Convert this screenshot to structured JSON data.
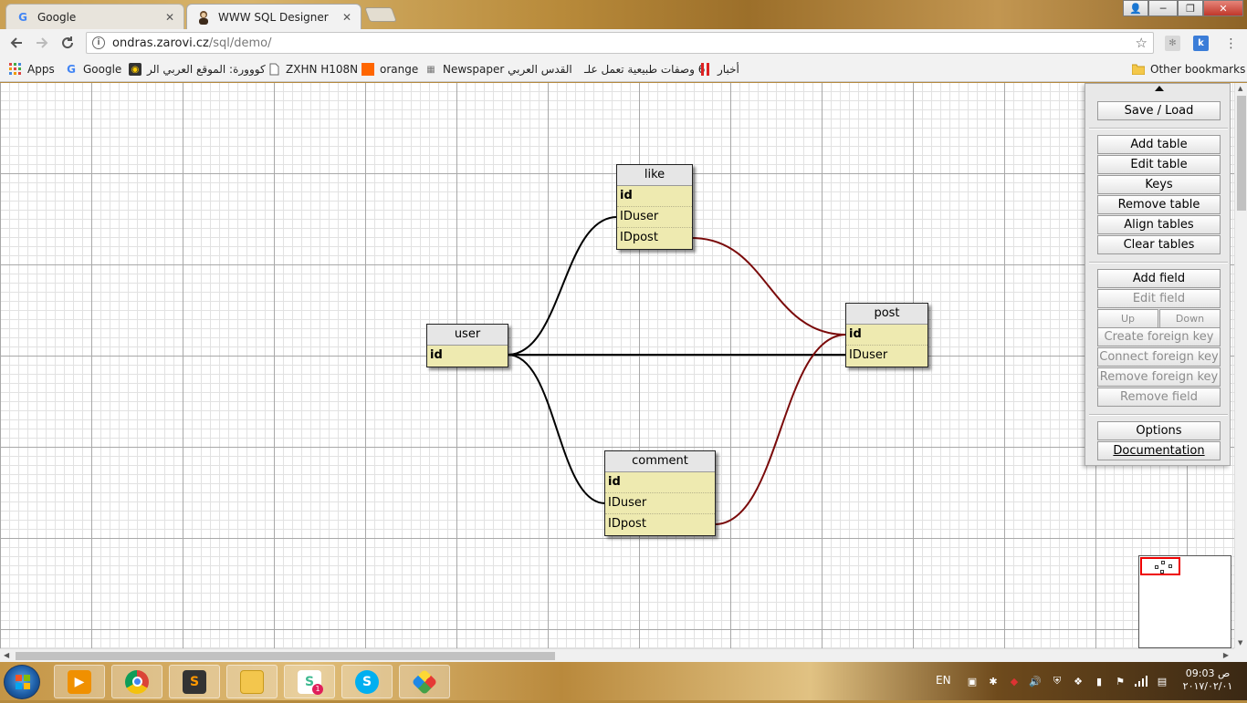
{
  "browser": {
    "tabs": [
      {
        "title": "Google",
        "favicon": "google-g"
      },
      {
        "title": "WWW SQL Designer",
        "favicon": "designer-avatar"
      }
    ],
    "close_glyph": "✕",
    "window_buttons": {
      "account": "👤",
      "minimize": "─",
      "maximize": "❐",
      "close": "✕"
    },
    "url_host": "ondras.zarovi.cz",
    "url_path": "/sql/demo/",
    "ext_label": "k"
  },
  "bookmarks": [
    {
      "label": "Apps",
      "icon": "apps-grid-icon"
    },
    {
      "label": "Google",
      "icon": "google-icon"
    },
    {
      "label": "كووورة: الموقع العربي الر",
      "icon": "kooora-icon"
    },
    {
      "label": "ZXHN H108N",
      "icon": "page-icon"
    },
    {
      "label": "orange",
      "icon": "orange-icon"
    },
    {
      "label": "القدس العربي Newspaper",
      "icon": "newspaper-icon"
    },
    {
      "label": "6 وصفات طبيعية تعمل علـ",
      "icon": "blank-icon"
    },
    {
      "label": "أخبار",
      "icon": "news-icon"
    },
    {
      "label": "Other bookmarks",
      "icon": "folder-icon"
    }
  ],
  "designer": {
    "tables": [
      {
        "name": "like",
        "fields": [
          {
            "name": "id",
            "pk": true
          },
          {
            "name": "IDuser",
            "pk": false
          },
          {
            "name": "IDpost",
            "pk": false
          }
        ]
      },
      {
        "name": "user",
        "fields": [
          {
            "name": "id",
            "pk": true
          }
        ]
      },
      {
        "name": "post",
        "fields": [
          {
            "name": "id",
            "pk": true
          },
          {
            "name": "IDuser",
            "pk": false
          }
        ]
      },
      {
        "name": "comment",
        "fields": [
          {
            "name": "id",
            "pk": true
          },
          {
            "name": "IDuser",
            "pk": false
          },
          {
            "name": "IDpost",
            "pk": false
          }
        ]
      }
    ],
    "relation_colors": {
      "user": "#000000",
      "post": "#7a0a0a"
    }
  },
  "menu": {
    "save_load": "Save / Load",
    "add_table": "Add table",
    "edit_table": "Edit table",
    "keys": "Keys",
    "remove_table": "Remove table",
    "align_tables": "Align tables",
    "clear_tables": "Clear tables",
    "add_field": "Add field",
    "edit_field": "Edit field",
    "up": "Up",
    "down": "Down",
    "create_fk": "Create foreign key",
    "connect_fk": "Connect foreign key",
    "remove_fk": "Remove foreign key",
    "remove_field": "Remove field",
    "options": "Options",
    "documentation": "Documentation"
  },
  "taskbar": {
    "apps": [
      "media-player",
      "chrome",
      "sublime-text",
      "explorer",
      "slack",
      "skype",
      "paint"
    ],
    "slack_badge": "1",
    "lang": "EN",
    "time_line1": "ص 09:03",
    "time_line2": "٢٠١٧/٠٢/٠١"
  }
}
